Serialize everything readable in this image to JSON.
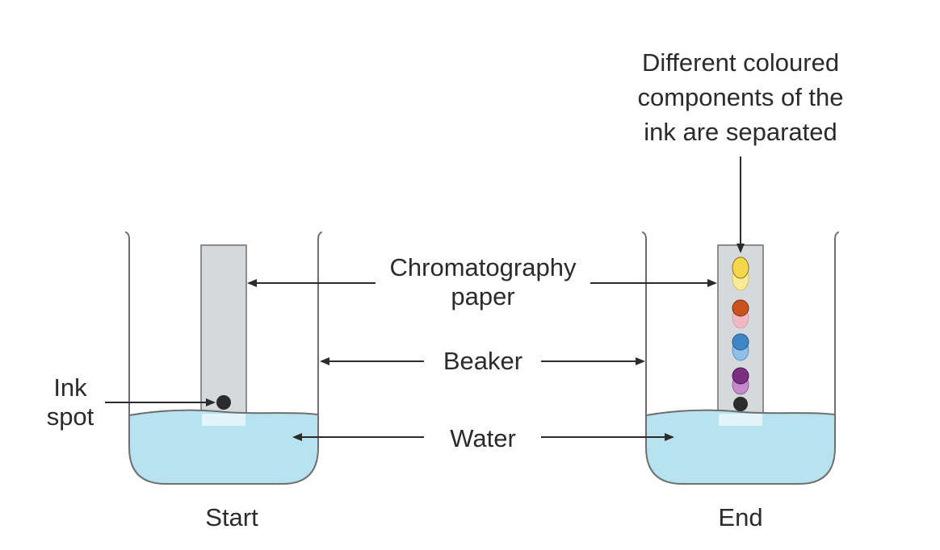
{
  "labels": {
    "different_line1": "Different coloured",
    "different_line2": "components of the",
    "different_line3": "ink are separated",
    "chromatography_line1": "Chromatography",
    "chromatography_line2": "paper",
    "beaker": "Beaker",
    "water": "Water",
    "ink_line1": "Ink",
    "ink_line2": "spot",
    "start": "Start",
    "end": "End"
  },
  "colors": {
    "water": "#b8e2f0",
    "paper": "#d6d9dc",
    "outline": "#6f6f6f",
    "ink": "#2b2b2b",
    "spot_yellow": "#f4d74a",
    "spot_yellow_tail": "#faeb95",
    "spot_orange": "#c9521f",
    "spot_pink": "#f0b8c3",
    "spot_blue": "#3f86c4",
    "spot_blue_tail": "#8fbfe6",
    "spot_purple": "#7a2f80",
    "spot_purple_tail": "#c48ac9",
    "spot_black": "#2b2b2b"
  }
}
